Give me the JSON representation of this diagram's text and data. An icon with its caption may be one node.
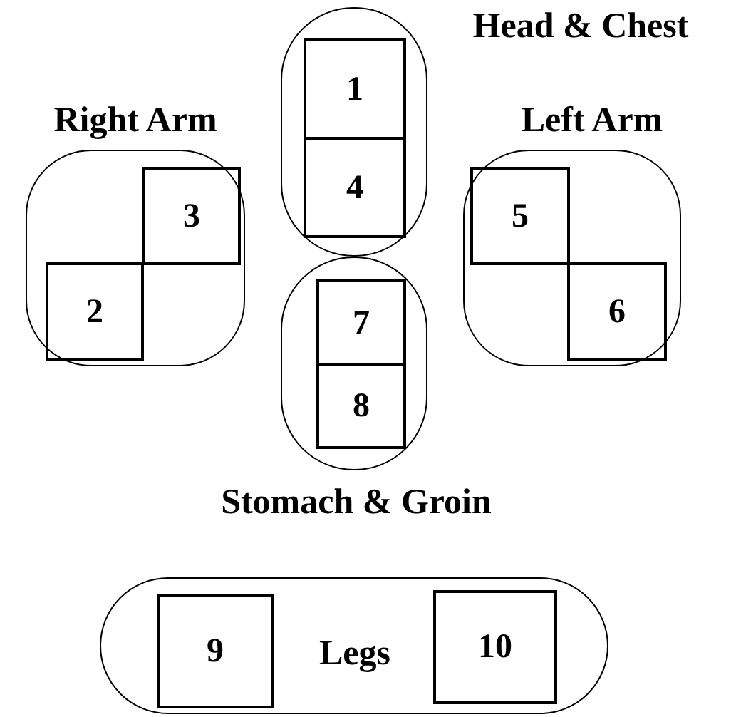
{
  "diagram": {
    "nodes": [
      {
        "text": [
          "Head & Chest"
        ]
      },
      {
        "text": [
          "1"
        ],
        "in": 0
      },
      {
        "text": [
          "4"
        ],
        "in": 0
      },
      {
        "text": [
          "Right Arm"
        ]
      },
      {
        "text": [
          "3"
        ],
        "in": 3
      },
      {
        "text": [
          "2"
        ],
        "in": 3
      },
      {
        "text": [
          "Left Arm"
        ]
      },
      {
        "text": [
          "5"
        ],
        "in": 6
      },
      {
        "text": [
          "6"
        ],
        "in": 6
      },
      {
        "text": [
          "Stomach & Groin"
        ]
      },
      {
        "text": [
          "7"
        ],
        "in": 9
      },
      {
        "text": [
          "8"
        ],
        "in": 9
      },
      {
        "text": [
          "Legs"
        ]
      },
      {
        "text": [
          "9"
        ],
        "in": 12
      },
      {
        "text": [
          "10"
        ],
        "in": 12
      }
    ]
  }
}
